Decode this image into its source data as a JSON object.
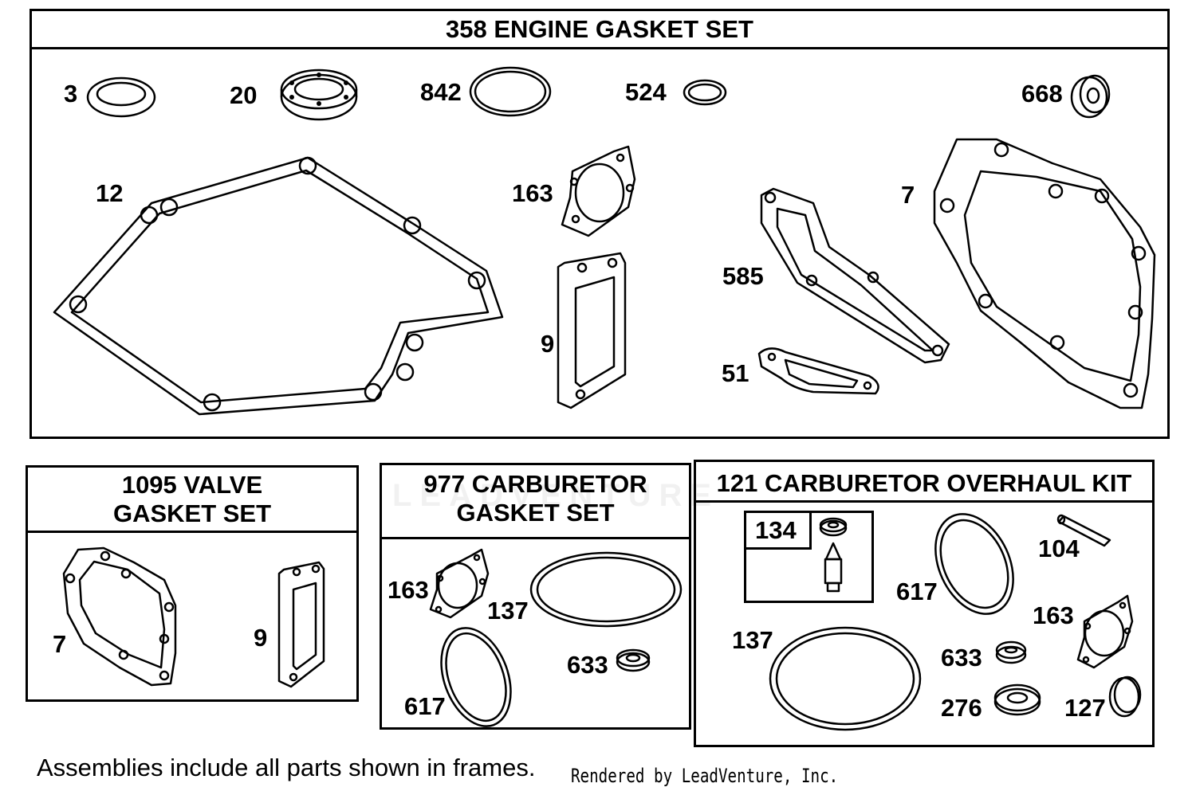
{
  "engine_set": {
    "title": "358 ENGINE GASKET SET",
    "labels": [
      "3",
      "20",
      "842",
      "524",
      "668",
      "12",
      "163",
      "7",
      "585",
      "9",
      "51"
    ]
  },
  "valve_set": {
    "title_line1": "1095 VALVE",
    "title_line2": "GASKET SET",
    "labels": [
      "7",
      "9"
    ]
  },
  "carb_set": {
    "title_line1": "977 CARBURETOR",
    "title_line2": "GASKET SET",
    "labels": [
      "163",
      "137",
      "633",
      "617"
    ]
  },
  "overhaul_kit": {
    "title": "121 CARBURETOR OVERHAUL KIT",
    "sub_frame_label": "134",
    "labels": [
      "104",
      "617",
      "163",
      "137",
      "633",
      "276",
      "127"
    ]
  },
  "footer": "Assemblies include all parts shown in frames.",
  "credit": "Rendered by LeadVenture, Inc.",
  "watermark": "LEADVENTURE"
}
